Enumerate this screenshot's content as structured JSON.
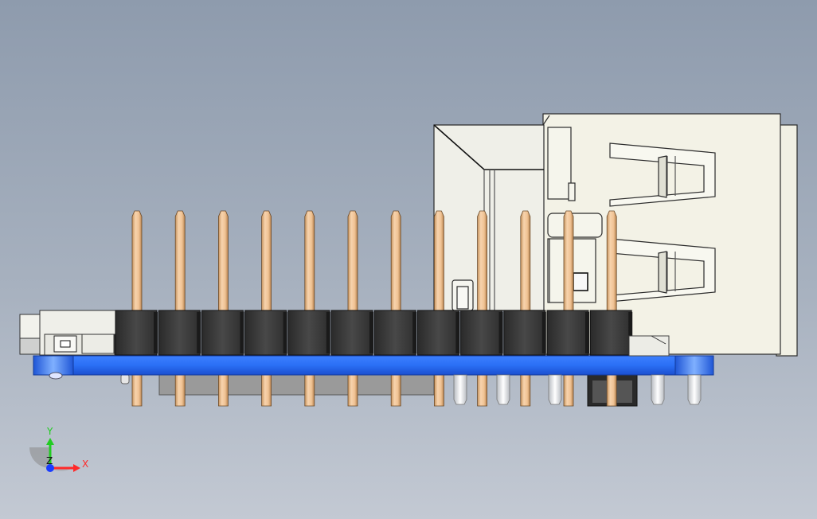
{
  "triad": {
    "x_label": "X",
    "y_label": "Y",
    "z_label": "Z"
  },
  "colors": {
    "background_top": "#8e9bad",
    "background_bottom": "#c3c9d3",
    "pcb_blue": "#2a6ff5",
    "pin_copper": "#f2c79c",
    "header_plastic": "#3a3a3a",
    "usb_housing": "#f3f2e6",
    "axis_x": "#ff2a2a",
    "axis_y": "#22cc22",
    "axis_z": "#1a3cff"
  },
  "model": {
    "header_pin_count": 12,
    "bottom_lead_count": 5
  }
}
